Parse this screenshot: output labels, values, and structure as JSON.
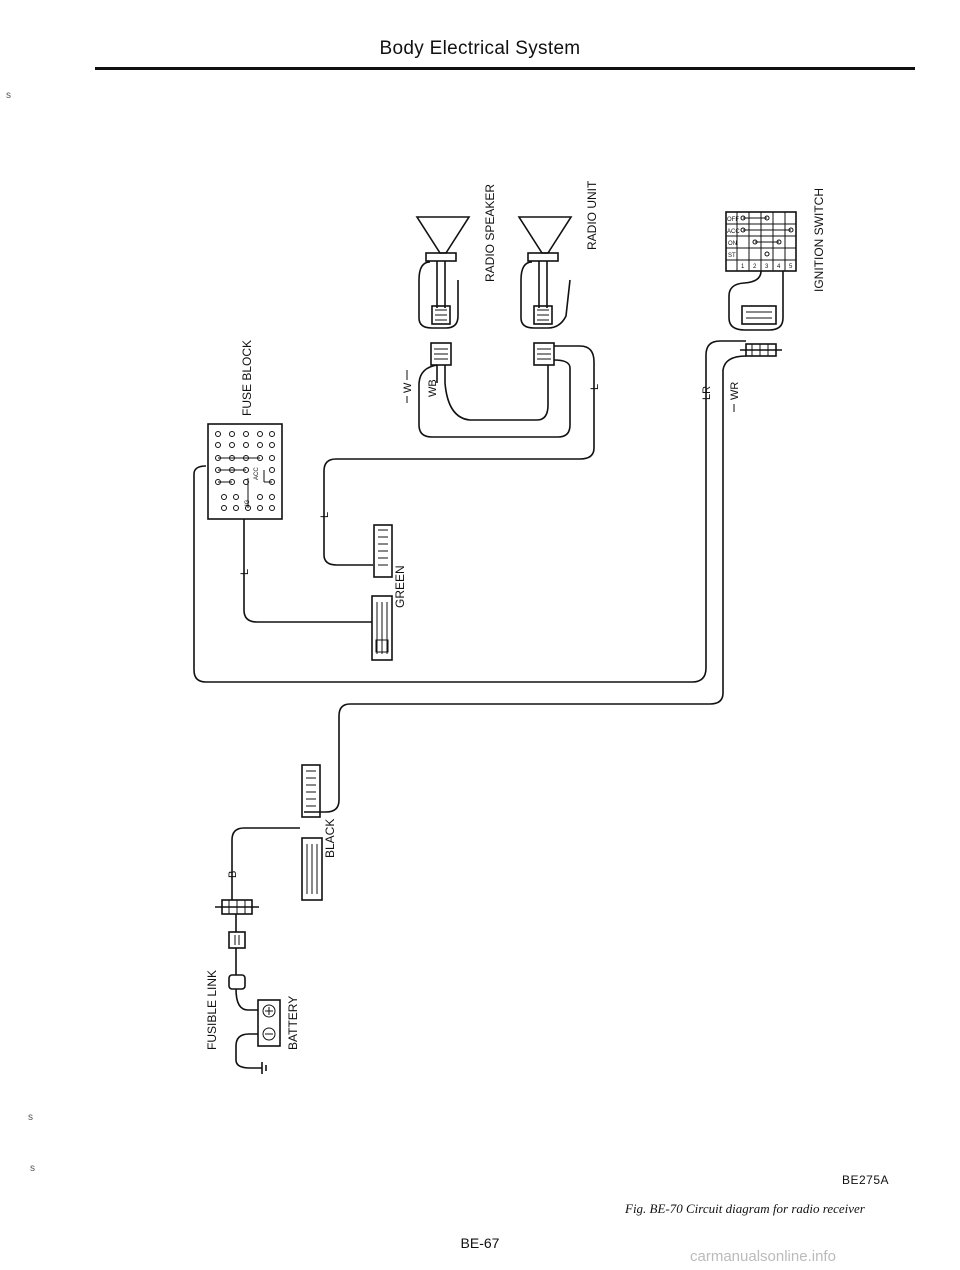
{
  "header": {
    "title": "Body Electrical System"
  },
  "components": {
    "radio_speaker": "RADIO SPEAKER",
    "radio_unit": "RADIO UNIT",
    "ignition_switch": "IGNITION SWITCH",
    "fuse_block": "FUSE BLOCK",
    "connector_green": "GREEN",
    "connector_black": "BLACK",
    "fusible_link": "FUSIBLE LINK",
    "battery": "BATTERY"
  },
  "wire_labels": {
    "w": "W",
    "wb": "WB",
    "l_radio": "L",
    "l_mid": "L",
    "l_fuse": "L",
    "lr": "LR",
    "wr": "WR",
    "b": "B"
  },
  "ignition_table": {
    "rows": [
      "OFF",
      "ACC",
      "ON",
      "ST"
    ],
    "terminals": [
      "1",
      "2",
      "3",
      "4",
      "5"
    ]
  },
  "fuse_block_marks": {
    "acc": "ACC",
    "ig": "IG"
  },
  "footer": {
    "figure_code": "BE275A",
    "caption": "Fig. BE-70 Circuit diagram for radio receiver",
    "page_number": "BE-67"
  },
  "watermark": "carmanualsonline.info",
  "stray_marks": [
    "s",
    "s",
    "s"
  ]
}
